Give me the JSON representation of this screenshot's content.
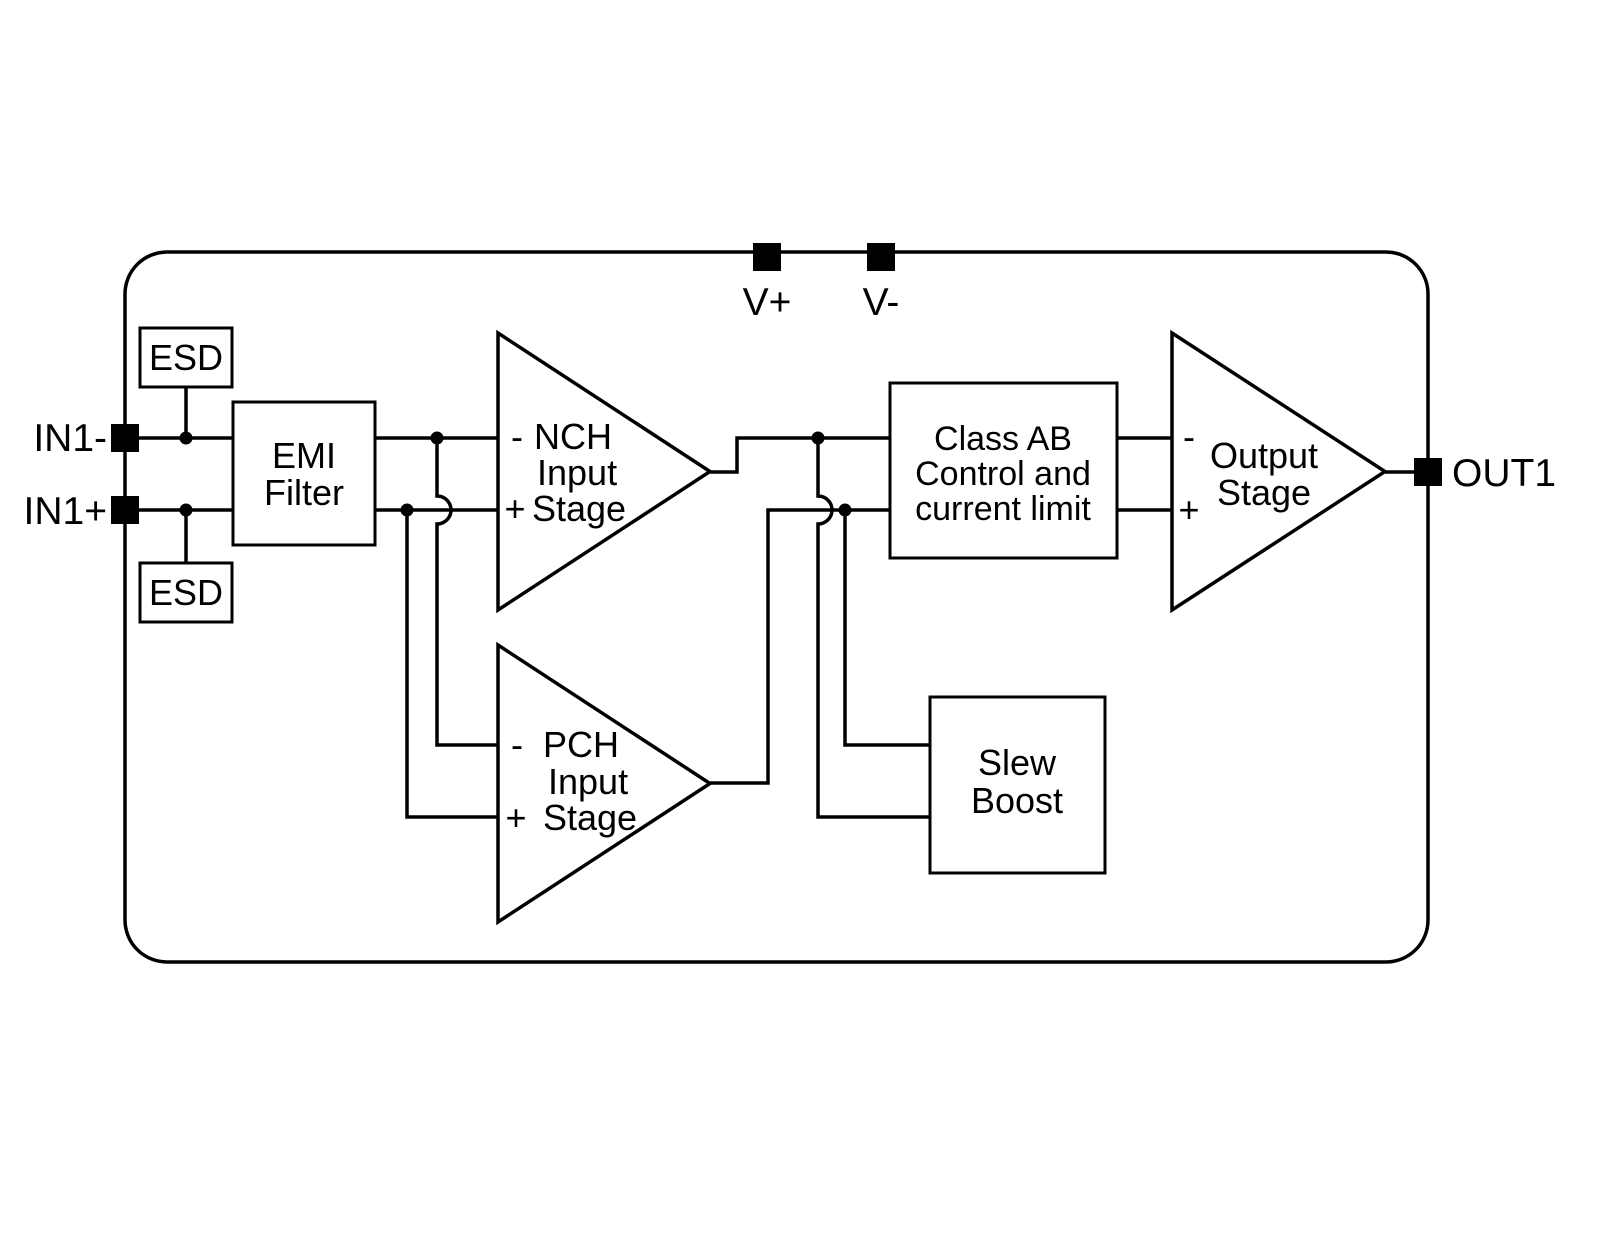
{
  "colors": {
    "line": "#000000",
    "background": "#ffffff",
    "pin_fill": "#000000"
  },
  "pins": {
    "v_plus": {
      "label": "V+"
    },
    "v_minus": {
      "label": "V-"
    },
    "in1_minus": {
      "label": "IN1-"
    },
    "in1_plus": {
      "label": "IN1+"
    },
    "out1": {
      "label": "OUT1"
    }
  },
  "blocks": {
    "esd_top": {
      "label": "ESD"
    },
    "esd_bottom": {
      "label": "ESD"
    },
    "emi_filter": {
      "line1": "EMI",
      "line2": "Filter"
    },
    "nch_input_stage": {
      "minus_sign": "-",
      "line1": "NCH",
      "line2": "Input",
      "plus_sign": "+",
      "line3": "Stage"
    },
    "pch_input_stage": {
      "minus_sign": "-",
      "line1": "PCH",
      "line2": "Input",
      "plus_sign": "+",
      "line3": "Stage"
    },
    "class_ab_control": {
      "line1": "Class AB",
      "line2": "Control and",
      "line3": "current limit"
    },
    "slew_boost": {
      "line1": "Slew",
      "line2": "Boost"
    },
    "output_stage": {
      "minus_sign": "-",
      "plus_sign": "+",
      "line1": "Output",
      "line2": "Stage"
    }
  }
}
